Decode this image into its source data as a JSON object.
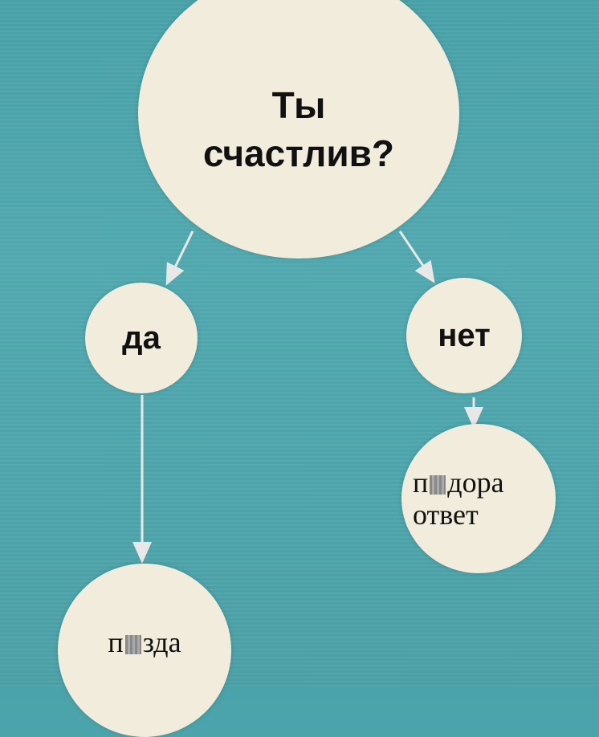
{
  "question": {
    "line1": "Ты",
    "line2": "счастлив?"
  },
  "yes": "да",
  "no": "нет",
  "no_result": {
    "line1_prefix": "п",
    "line1_suffix": "дора",
    "line2": "ответ"
  },
  "yes_result": {
    "prefix": "п",
    "suffix": "зда"
  },
  "colors": {
    "background": "#4ea6ac",
    "circle": "#f1ecdc",
    "text": "#111111"
  }
}
